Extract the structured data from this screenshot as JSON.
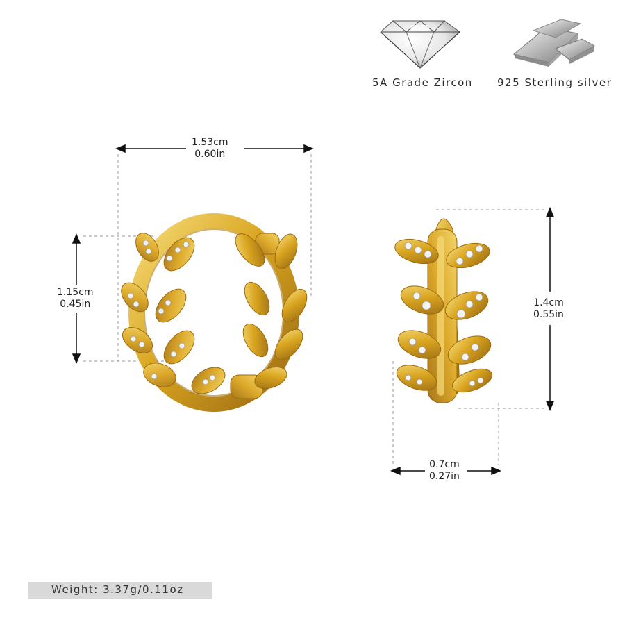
{
  "materials": [
    {
      "label": "5A Grade Zircon",
      "icon": "diamond-icon"
    },
    {
      "label": "925 Sterling silver",
      "icon": "silver-bars-icon"
    }
  ],
  "dimensions": {
    "front_width": {
      "cm": "1.53cm",
      "in": "0.60in"
    },
    "front_height": {
      "cm": "1.15cm",
      "in": "0.45in"
    },
    "side_height": {
      "cm": "1.4cm",
      "in": "0.55in"
    },
    "side_width": {
      "cm": "0.7cm",
      "in": "0.27in"
    }
  },
  "weight": "Weight: 3.37g/0.11oz",
  "colors": {
    "gold": "#d9a520",
    "gold_dark": "#a7761a",
    "gold_light": "#f3d46a",
    "silver": "#c8c8c8",
    "weight_bar": "#d9d9d9"
  }
}
